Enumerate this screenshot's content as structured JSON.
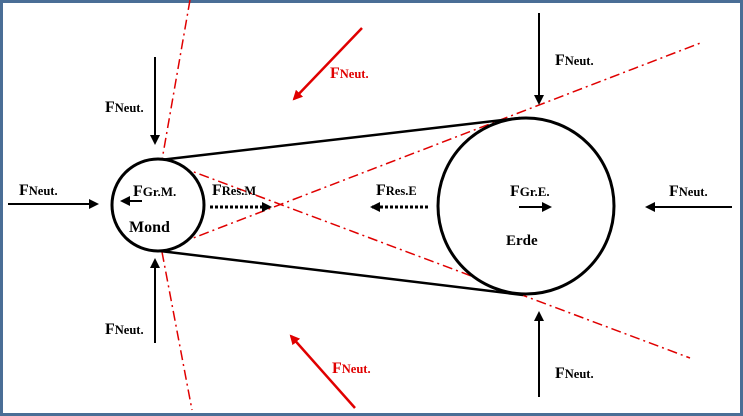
{
  "colors": {
    "frame": "#4a6e96",
    "black": "#000000",
    "red": "#e00000",
    "background": "#ffffff"
  },
  "labels": {
    "force_letter": "F",
    "neut_sub": "Neut.",
    "gr_moon_sub": "Gr.M.",
    "gr_earth_sub": "Gr.E.",
    "res_moon_sub": "Res.M",
    "res_earth_sub": "Res.E",
    "moon": "Mond",
    "earth": "Erde"
  }
}
